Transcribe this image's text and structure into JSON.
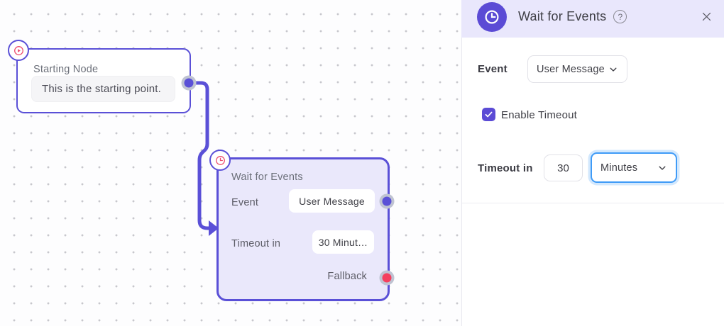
{
  "colors": {
    "accent_purple": "#5b4bd5",
    "node_border_purple": "#5a50d7",
    "node_bg_lavender": "#eae8fb",
    "panel_header_bg": "#e9e7fc",
    "fallback_red": "#f5405f",
    "focus_blue": "#3f9bf7",
    "pink_icon": "#ee4d6e"
  },
  "canvas": {
    "start_node": {
      "title": "Starting Node",
      "content": "This is the starting point."
    },
    "wait_node": {
      "title": "Wait for Events",
      "event_label": "Event",
      "event_value": "User Message",
      "timeout_label": "Timeout in",
      "timeout_value": "30 Minut…",
      "fallback_label": "Fallback"
    }
  },
  "panel": {
    "title": "Wait for Events",
    "help_glyph": "?",
    "event_label": "Event",
    "event_value": "User Message",
    "enable_timeout_label": "Enable Timeout",
    "enable_timeout_checked": true,
    "timeout_label": "Timeout in",
    "timeout_value": "30",
    "timeout_unit": "Minutes"
  }
}
